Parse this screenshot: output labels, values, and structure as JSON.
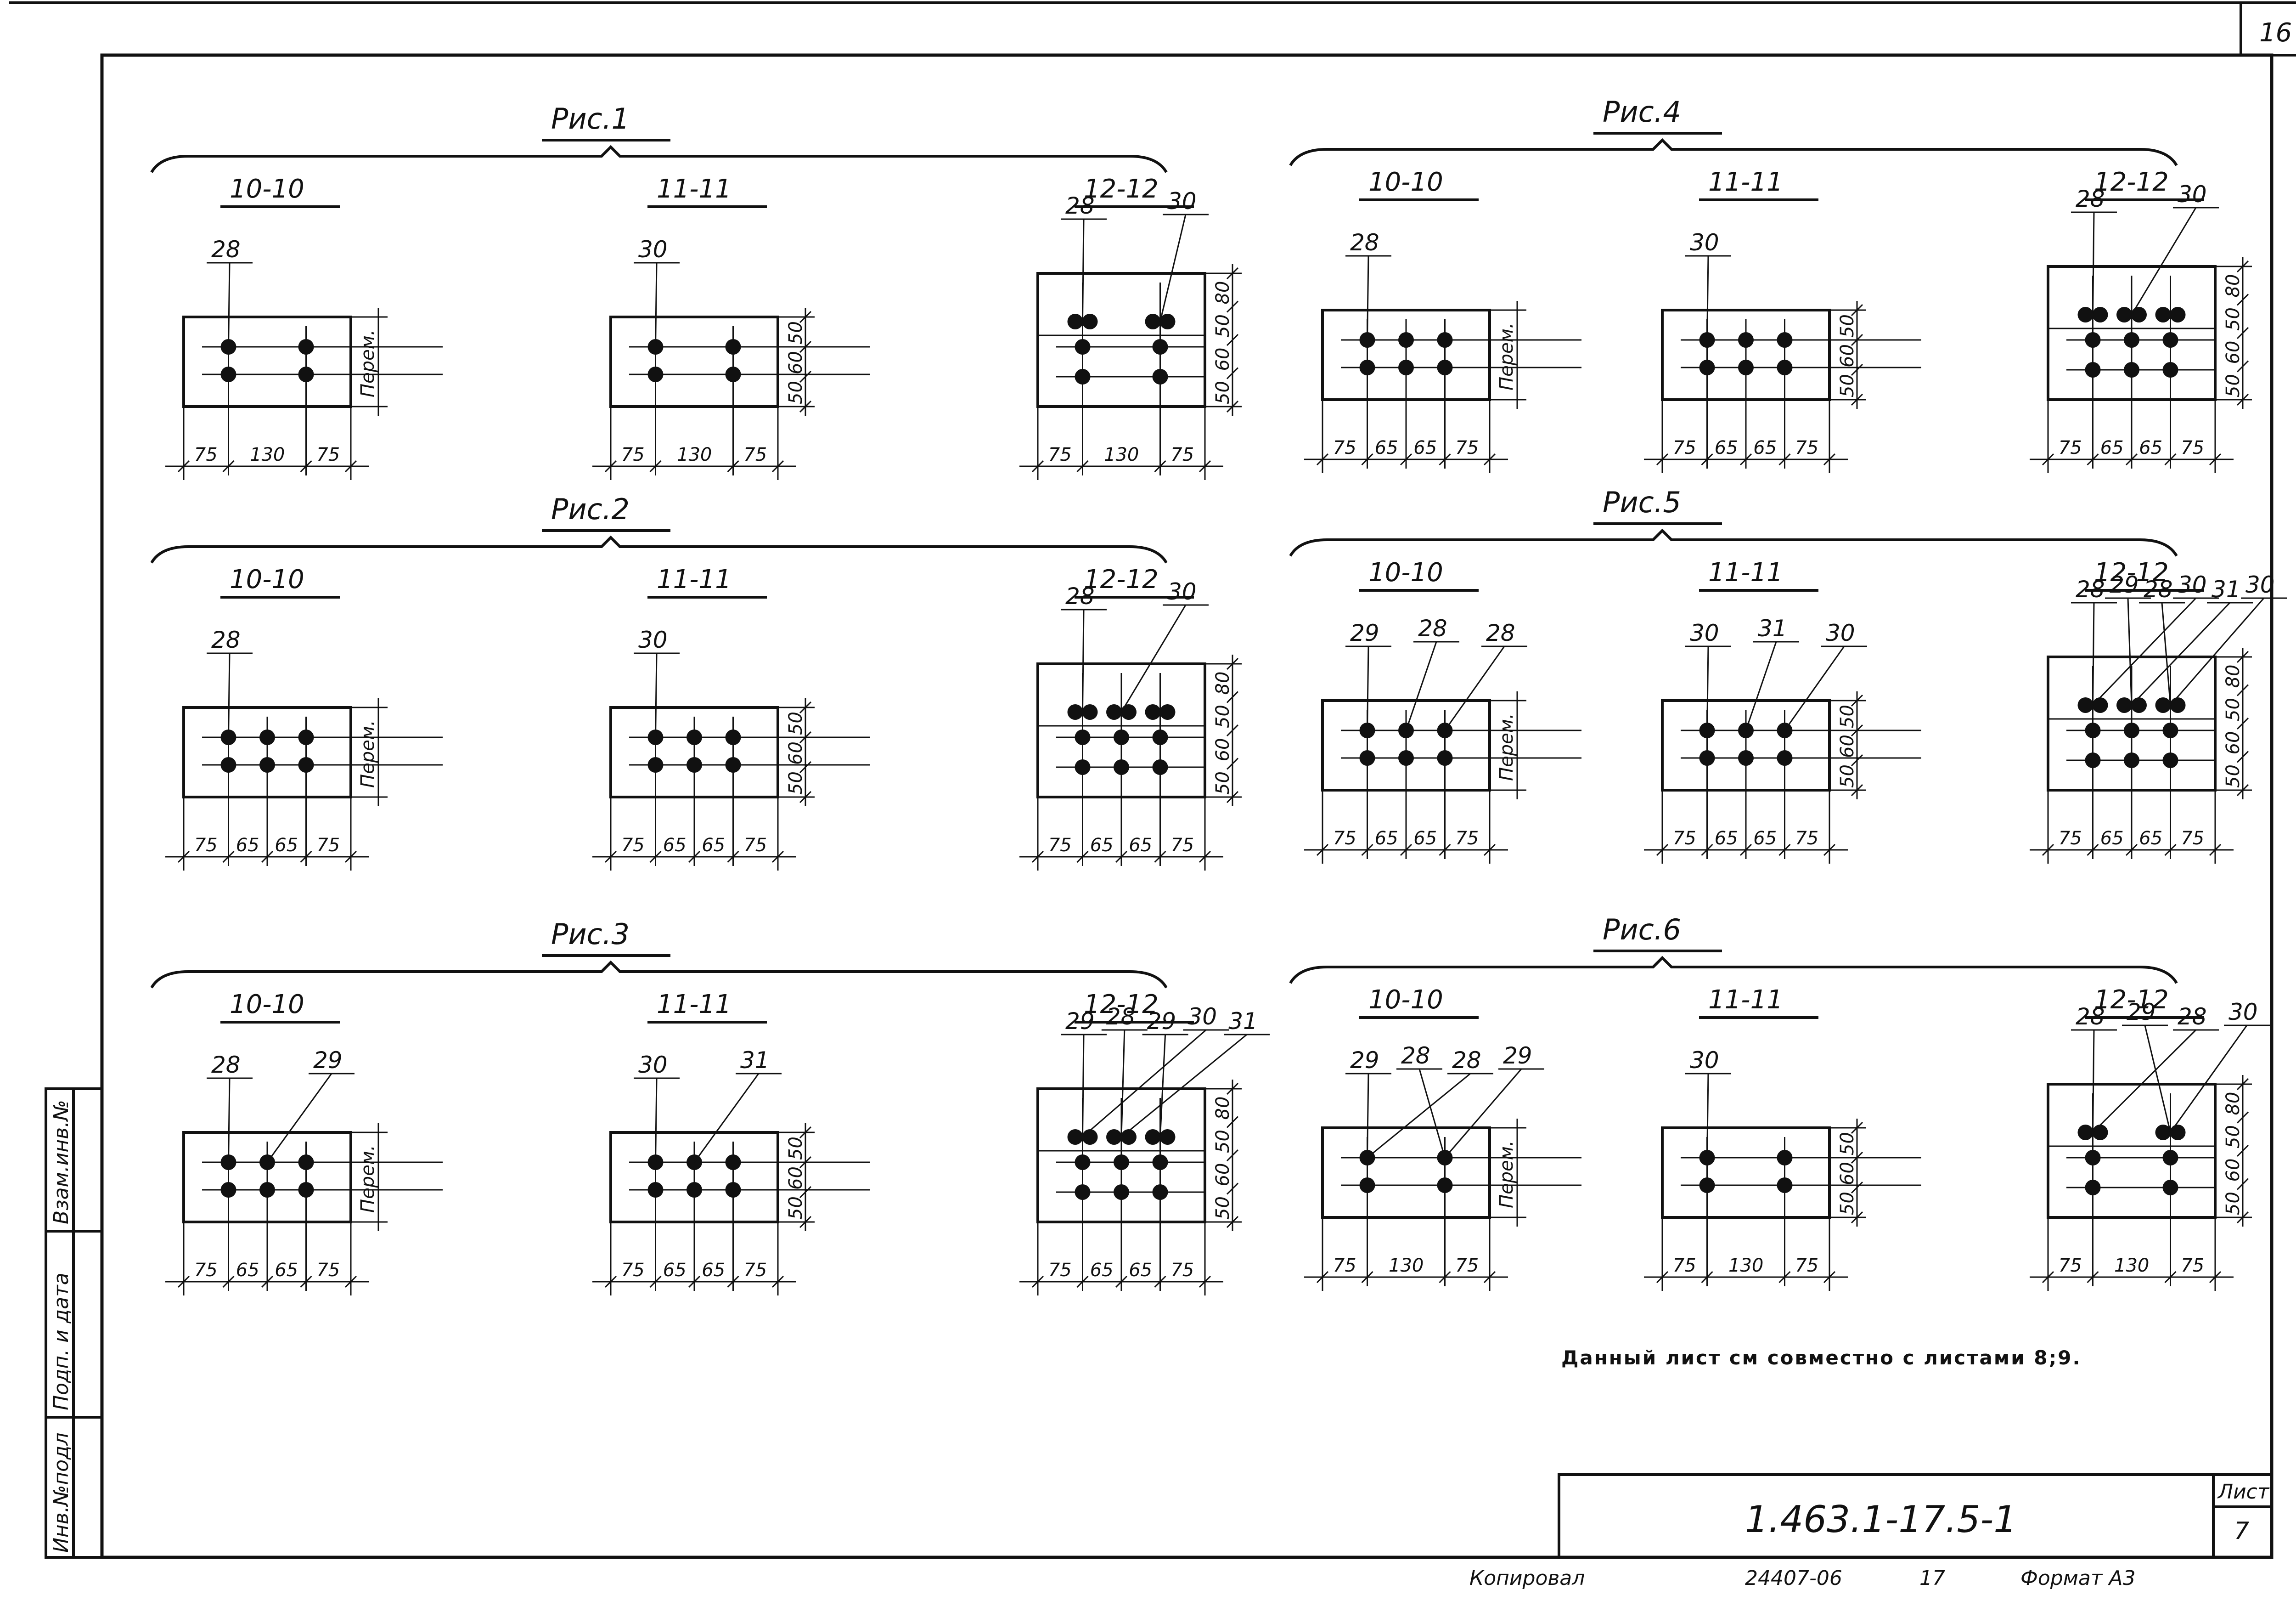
{
  "sheet": {
    "page_number": "16",
    "designation": "1.463.1-17.5-1",
    "sheet_label": "Лист",
    "sheet_number": "7",
    "note": "Данный лист см совместно с листами 8;9.",
    "copied_by": "Копировал",
    "order_number": "24407-06",
    "order_suffix": "17",
    "format": "Формат А3",
    "side_labels": [
      "Инв.№подл",
      "Подп. и дата",
      "Взам.инв.№"
    ]
  },
  "dims": {
    "v75": "75",
    "v130": "130",
    "v65": "65",
    "v50": "50",
    "v60": "60",
    "v80": "80",
    "perem": "Перем."
  },
  "figures": [
    {
      "title": "Рис.1",
      "sections": [
        {
          "title": "10-10",
          "labels": [
            "28"
          ]
        },
        {
          "title": "11-11",
          "labels": [
            "30"
          ]
        },
        {
          "title": "12-12",
          "labels": [
            "28",
            "30"
          ]
        }
      ]
    },
    {
      "title": "Рис.2",
      "sections": [
        {
          "title": "10-10",
          "labels": [
            "28"
          ]
        },
        {
          "title": "11-11",
          "labels": [
            "30"
          ]
        },
        {
          "title": "12-12",
          "labels": [
            "28",
            "30"
          ]
        }
      ]
    },
    {
      "title": "Рис.3",
      "sections": [
        {
          "title": "10-10",
          "labels": [
            "28",
            "29"
          ]
        },
        {
          "title": "11-11",
          "labels": [
            "30",
            "31"
          ]
        },
        {
          "title": "12-12",
          "labels": [
            "29",
            "28",
            "29",
            "30",
            "31"
          ]
        }
      ]
    },
    {
      "title": "Рис.4",
      "sections": [
        {
          "title": "10-10",
          "labels": [
            "28"
          ]
        },
        {
          "title": "11-11",
          "labels": [
            "30"
          ]
        },
        {
          "title": "12-12",
          "labels": [
            "28",
            "30"
          ]
        }
      ]
    },
    {
      "title": "Рис.5",
      "sections": [
        {
          "title": "10-10",
          "labels": [
            "29",
            "28",
            "28"
          ]
        },
        {
          "title": "11-11",
          "labels": [
            "30",
            "31",
            "30"
          ]
        },
        {
          "title": "12-12",
          "labels": [
            "28",
            "29",
            "28",
            "30",
            "31",
            "30"
          ]
        }
      ]
    },
    {
      "title": "Рис.6",
      "sections": [
        {
          "title": "10-10",
          "labels": [
            "29",
            "28",
            "28",
            "29"
          ]
        },
        {
          "title": "11-11",
          "labels": [
            "30"
          ]
        },
        {
          "title": "12-12",
          "labels": [
            "28",
            "29",
            "28",
            "30"
          ]
        }
      ]
    }
  ]
}
